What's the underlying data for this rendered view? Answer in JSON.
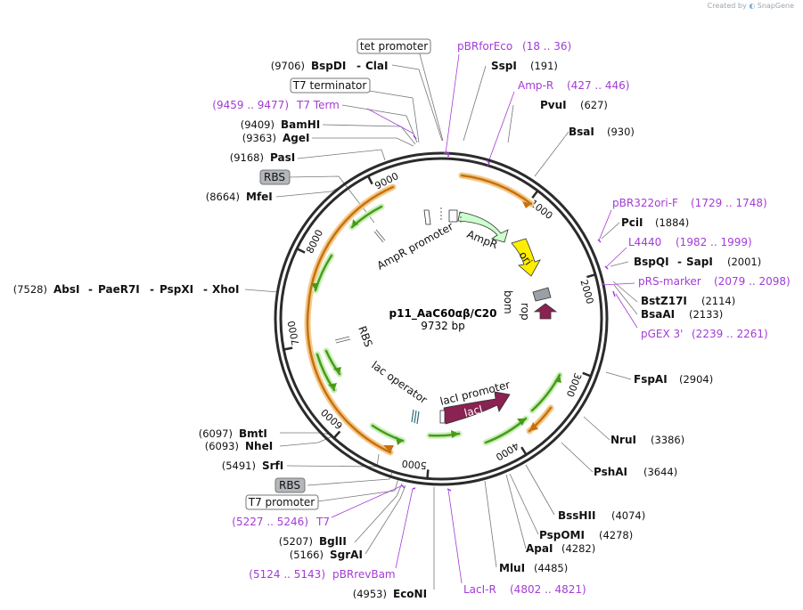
{
  "credit": {
    "prefix": "Created by",
    "brand": "SnapGene"
  },
  "plasmid": {
    "name": "p11_AaC60αβ/C20",
    "length": "9732 bp"
  },
  "ticks": [
    "1000",
    "2000",
    "3000",
    "4000",
    "5000",
    "6000",
    "7000",
    "8000",
    "9000"
  ],
  "features_inside": {
    "ampr_promoter": "AmpR promoter",
    "ampr": "AmpR",
    "ori": "ori",
    "bom": "bom",
    "rop": "rop",
    "rbs": "RBS",
    "lac_operator": "lac operator",
    "laci_promoter": "lacI promoter",
    "laci": "lacI"
  },
  "enzymes": [
    {
      "id": "bspdi",
      "pos": "(9706)",
      "name": "BspDI",
      "sep": "-",
      "name2": "ClaI"
    },
    {
      "id": "sspi",
      "name": "SspI",
      "pos": "(191)"
    },
    {
      "id": "pvui",
      "name": "PvuI",
      "pos": "(627)"
    },
    {
      "id": "bsai",
      "name": "BsaI",
      "pos": "(930)"
    },
    {
      "id": "bamhi",
      "pos": "(9409)",
      "name": "BamHI"
    },
    {
      "id": "agei",
      "pos": "(9363)",
      "name": "AgeI"
    },
    {
      "id": "pasi",
      "pos": "(9168)",
      "name": "PasI"
    },
    {
      "id": "mfei",
      "pos": "(8664)",
      "name": "MfeI"
    },
    {
      "id": "pcii",
      "name": "PciI",
      "pos": "(1884)"
    },
    {
      "id": "bspqi",
      "name": "BspQI",
      "sep": "-",
      "name2": "SapI",
      "pos": "(2001)"
    },
    {
      "id": "bstz17i",
      "name": "BstZ17I",
      "pos": "(2114)"
    },
    {
      "id": "bsaai",
      "name": "BsaAI",
      "pos": "(2133)"
    },
    {
      "id": "absi",
      "pos": "(7528)",
      "name": "AbsI",
      "sep": "-",
      "name2": "PaeR7I",
      "sep2": "-",
      "name3": "PspXI",
      "sep3": "-",
      "name4": "XhoI"
    },
    {
      "id": "fspai",
      "name": "FspAI",
      "pos": "(2904)"
    },
    {
      "id": "nrui",
      "name": "NruI",
      "pos": "(3386)"
    },
    {
      "id": "pshai",
      "name": "PshAI",
      "pos": "(3644)"
    },
    {
      "id": "bmti",
      "pos": "(6097)",
      "name": "BmtI"
    },
    {
      "id": "nhei",
      "pos": "(6093)",
      "name": "NheI"
    },
    {
      "id": "srfi",
      "pos": "(5491)",
      "name": "SrfI"
    },
    {
      "id": "bsshii",
      "name": "BssHII",
      "pos": "(4074)"
    },
    {
      "id": "pspomi",
      "name": "PspOMI",
      "pos": "(4278)"
    },
    {
      "id": "apai",
      "name": "ApaI",
      "pos": "(4282)"
    },
    {
      "id": "bglii",
      "pos": "(5207)",
      "name": "BglII"
    },
    {
      "id": "sgrai",
      "pos": "(5166)",
      "name": "SgrAI"
    },
    {
      "id": "mlui",
      "name": "MluI",
      "pos": "(4485)"
    },
    {
      "id": "econi",
      "pos": "(4953)",
      "name": "EcoNI"
    }
  ],
  "primers": [
    {
      "id": "pbrforeco",
      "name": "pBRforEco",
      "range": "(18 .. 36)"
    },
    {
      "id": "ampr_primer",
      "name": "Amp-R",
      "range": "(427 .. 446)"
    },
    {
      "id": "t7term",
      "range": "(9459 .. 9477)",
      "name": "T7 Term"
    },
    {
      "id": "pbr322ori",
      "name": "pBR322ori-F",
      "range": "(1729 .. 1748)"
    },
    {
      "id": "l4440",
      "name": "L4440",
      "range": "(1982 .. 1999)"
    },
    {
      "id": "prsmarker",
      "name": "pRS-marker",
      "range": "(2079 .. 2098)"
    },
    {
      "id": "pgex3",
      "name": "pGEX 3'",
      "range": "(2239 .. 2261)"
    },
    {
      "id": "t7",
      "range": "(5227 .. 5246)",
      "name": "T7"
    },
    {
      "id": "pbrrevbam",
      "range": "(5124 .. 5143)",
      "name": "pBRrevBam"
    },
    {
      "id": "lacir",
      "name": "LacI-R",
      "range": "(4802 .. 4821)"
    }
  ],
  "boxed_features": [
    {
      "id": "tet_promoter",
      "label": "tet promoter"
    },
    {
      "id": "t7_terminator",
      "label": "T7 terminator"
    },
    {
      "id": "rbs_top",
      "label": "RBS"
    },
    {
      "id": "rbs_bottom",
      "label": "RBS"
    },
    {
      "id": "t7_promoter",
      "label": "T7 promoter"
    }
  ],
  "colors": {
    "primer": "#a23cd6",
    "ring": "#2b2b2b",
    "orf_green": "#4a9a1a",
    "orf_orange": "#c8700e",
    "ampr_fill": "#ccffcc",
    "ori_fill": "#ffee00",
    "laci_fill": "#8a2252",
    "rop_fill": "#8a2252",
    "bom_fill": "#9aa0a6"
  }
}
